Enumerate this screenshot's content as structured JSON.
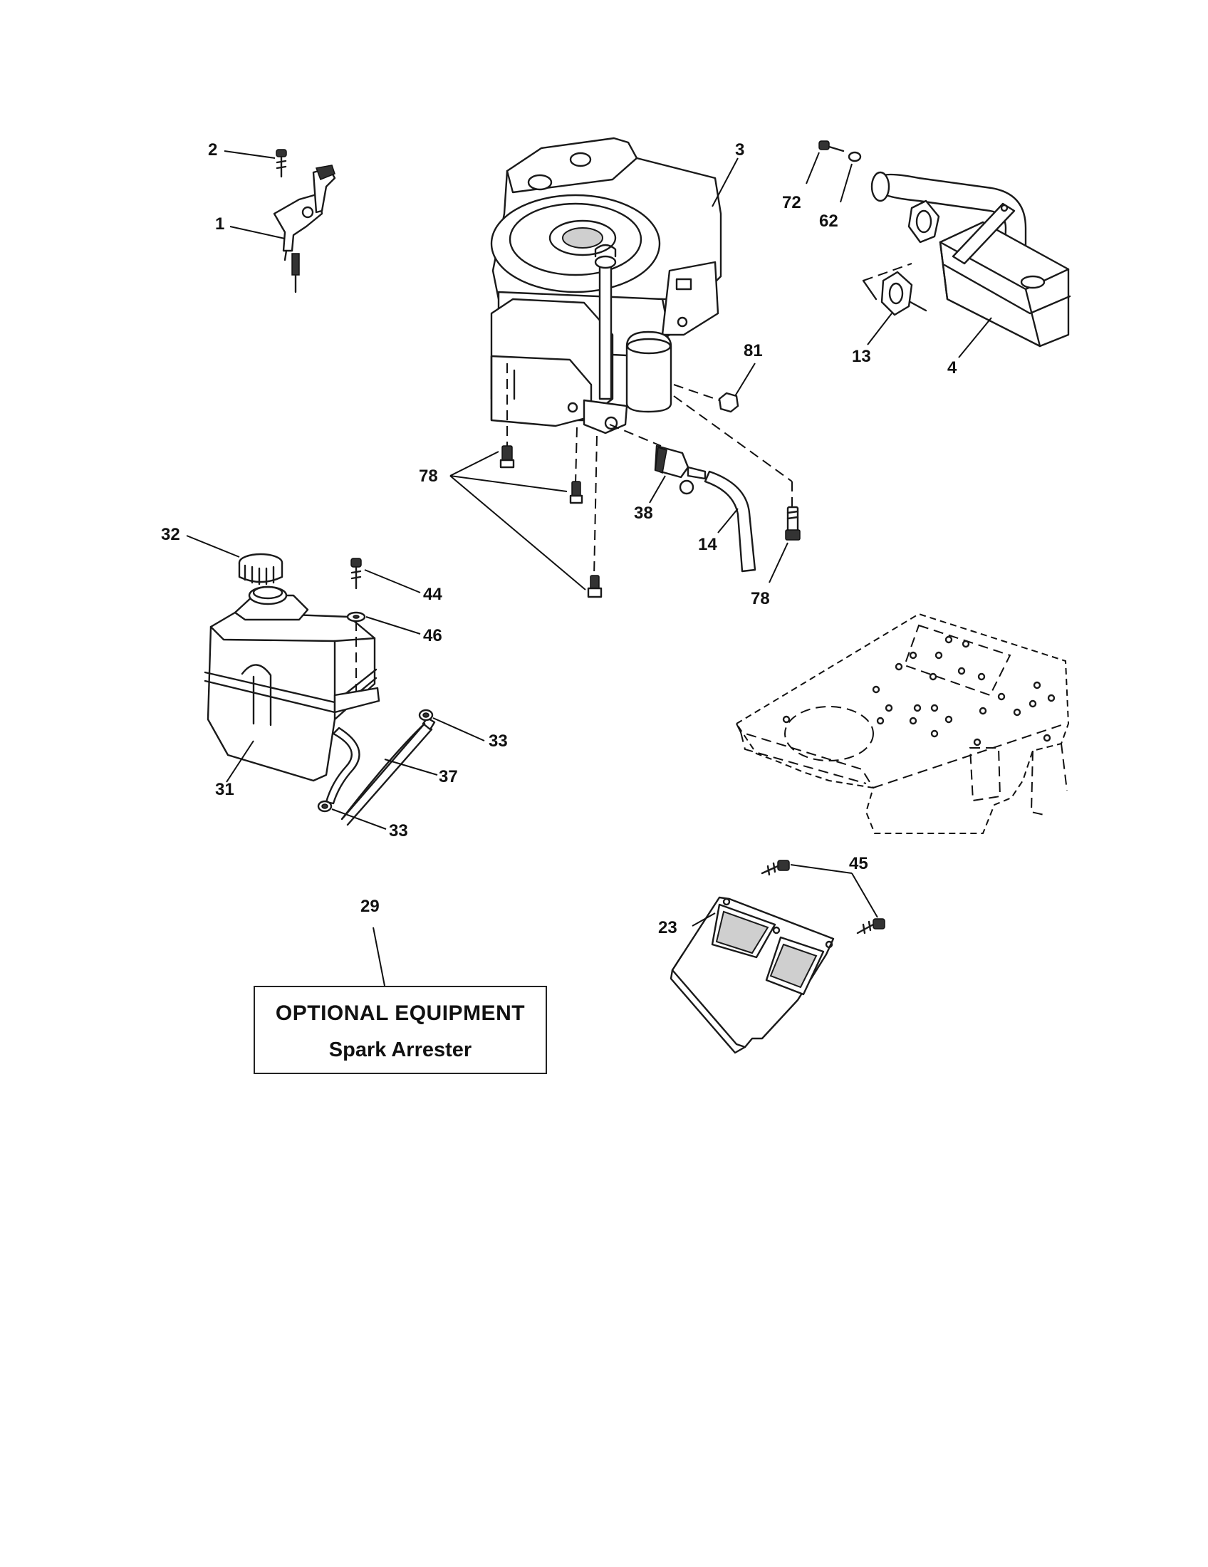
{
  "callouts": {
    "c1": "1",
    "c2": "2",
    "c3": "3",
    "c4": "4",
    "c13": "13",
    "c14": "14",
    "c23": "23",
    "c29": "29",
    "c31": "31",
    "c32": "32",
    "c33a": "33",
    "c33b": "33",
    "c37": "37",
    "c38": "38",
    "c44": "44",
    "c45": "45",
    "c46": "46",
    "c62": "62",
    "c72": "72",
    "c78a": "78",
    "c78b": "78",
    "c81": "81"
  },
  "optional_box": {
    "title": "OPTIONAL EQUIPMENT",
    "subtitle": "Spark Arrester"
  }
}
